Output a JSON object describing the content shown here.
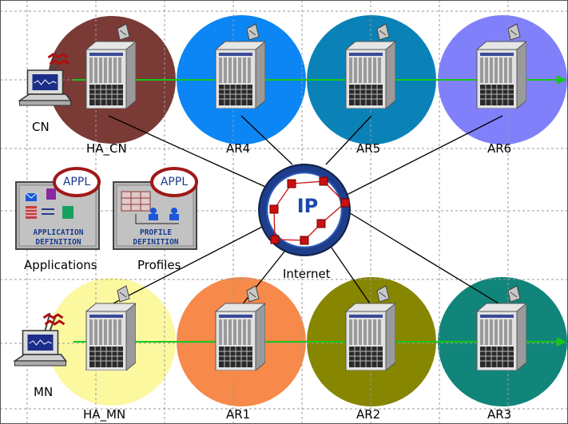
{
  "nodes": {
    "cn": "CN",
    "mn": "MN",
    "ha_cn": "HA_CN",
    "ha_mn": "HA_MN",
    "ar1": "AR1",
    "ar2": "AR2",
    "ar3": "AR3",
    "ar4": "AR4",
    "ar5": "AR5",
    "ar6": "AR6",
    "internet": "Internet",
    "ip_badge": "IP",
    "applications": "Applications",
    "profiles": "Profiles"
  },
  "badges": {
    "appl_1": "APPL",
    "appl_2": "APPL",
    "application_definition_1": "APPLICATION",
    "application_definition_2": "DEFINITION",
    "profile_definition_1": "PROFILE",
    "profile_definition_2": "DEFINITION"
  },
  "colors": {
    "ha_cn": "#7a3a36",
    "ar4": "#0b86f4",
    "ar5": "#0a82b8",
    "ar6": "#8080fa",
    "ha_mn": "#fbf8a0",
    "ar1": "#f7894a",
    "ar2": "#868600",
    "ar3": "#11857a",
    "link_green": "#14c814",
    "grid": "#9a9a9a"
  }
}
